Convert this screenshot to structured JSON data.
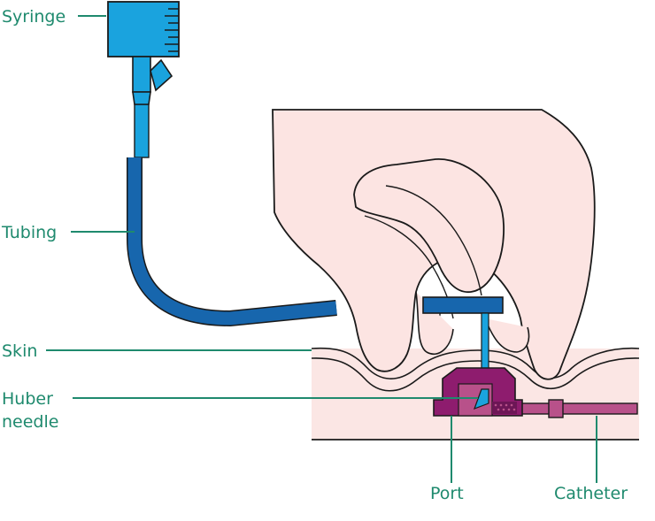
{
  "labels": {
    "syringe": "Syringe",
    "tubing": "Tubing",
    "skin": "Skin",
    "huber_line1": "Huber",
    "huber_line2": "needle",
    "port": "Port",
    "catheter": "Catheter"
  },
  "colors": {
    "label_text": "#1f8a6e",
    "leader_line": "#1f8a6e",
    "syringe_blue": "#1aa3de",
    "tubing_dark_blue": "#1766ad",
    "skin_pink": "#fbe6e4",
    "hand_pink": "#fce4e2",
    "port_magenta": "#8e1c6e",
    "catheter_mauve": "#b8518a",
    "outline": "#1a1a1a"
  }
}
